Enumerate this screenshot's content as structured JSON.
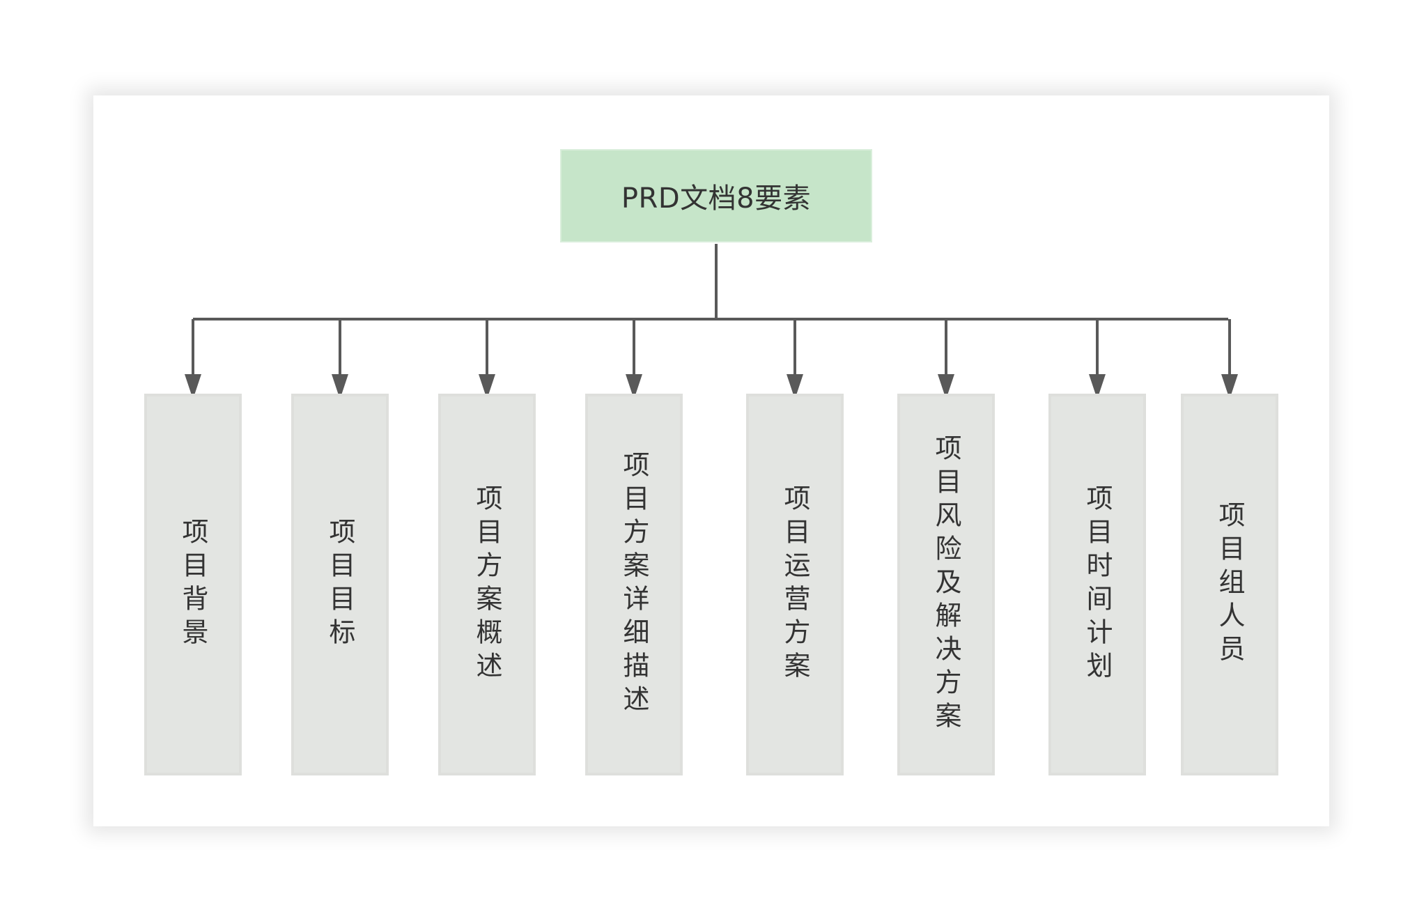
{
  "diagram": {
    "root": {
      "label": "PRD文档8要素"
    },
    "children": [
      {
        "label": "项目背景"
      },
      {
        "label": "项目目标"
      },
      {
        "label": "项目方案概述"
      },
      {
        "label": "项目方案详细描述"
      },
      {
        "label": "项目运营方案"
      },
      {
        "label": "项目风险及解决方案"
      },
      {
        "label": "项目时间计划"
      },
      {
        "label": "项目组人员"
      }
    ],
    "colors": {
      "root_fill": "#c6e5c9",
      "child_fill": "#e3e5e2",
      "connector": "#595959",
      "text": "#333333"
    }
  }
}
